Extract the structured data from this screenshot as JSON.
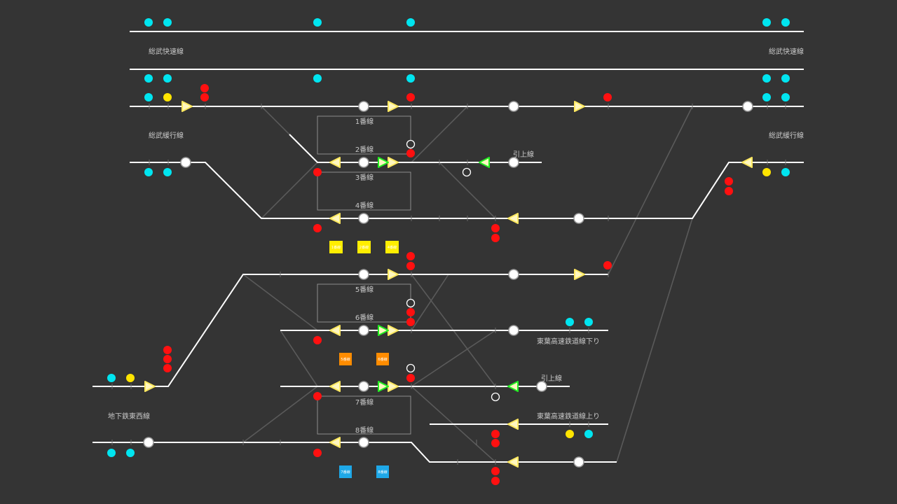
{
  "colors": {
    "background": "#343434",
    "track": "#ffffff",
    "signal_cyan": "#00e5f0",
    "signal_yellow": "#ffe400",
    "signal_red": "#ff1010",
    "arrow_yellow": "#ffe860",
    "arrow_green": "#22ee22",
    "button_yellow": "#ffee00",
    "button_orange": "#ff8c00",
    "button_blue": "#1ea8e8"
  },
  "labels": {
    "sobu_rapid_left": "総武快速線",
    "sobu_rapid_right": "総武快速線",
    "sobu_local_left": "総武緩行線",
    "sobu_local_right": "総武緩行線",
    "siding_upper": "引上線",
    "siding_lower": "引上線",
    "toyo_down": "東葉高速鉄道線下り",
    "toyo_up": "東葉高速鉄道線上り",
    "subway_tozai": "地下鉄東西線"
  },
  "platforms": {
    "p1": "1番線",
    "p2": "2番線",
    "p3": "3番線",
    "p4": "4番線",
    "p5": "5番線",
    "p6": "6番線",
    "p7": "7番線",
    "p8": "8番線"
  },
  "route_buttons": {
    "yellow": [
      "1番線",
      "2番線",
      "4番線"
    ],
    "orange": [
      "5番線",
      "6番線"
    ],
    "blue": [
      "7番線",
      "8番線"
    ]
  }
}
